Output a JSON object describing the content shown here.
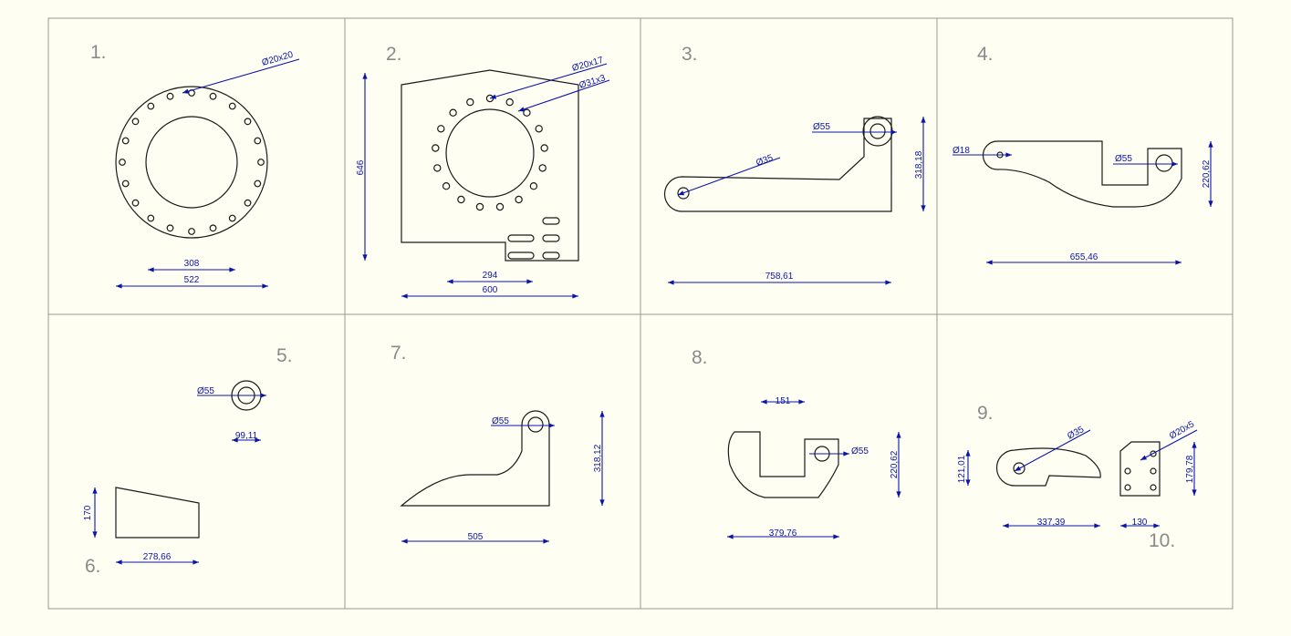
{
  "colors": {
    "background": "#fffef3",
    "outline": "#1a1a1a",
    "dimension": "#0b14a8",
    "grid": "#9a9a8e",
    "label": "#8a8a8a"
  },
  "cells": [
    {
      "number": "1.",
      "dims": [
        "Ø20x20",
        "308",
        "522"
      ]
    },
    {
      "number": "2.",
      "dims": [
        "Ø20x17",
        "Ø31x3",
        "646",
        "294",
        "600"
      ]
    },
    {
      "number": "3.",
      "dims": [
        "Ø55",
        "Ø35",
        "318,18",
        "758,61"
      ]
    },
    {
      "number": "4.",
      "dims": [
        "Ø18",
        "Ø55",
        "220,62",
        "655,46"
      ]
    },
    {
      "number": "5.",
      "dims": [
        "Ø55",
        "99,11"
      ]
    },
    {
      "number": "6.",
      "dims": [
        "170",
        "278,66"
      ]
    },
    {
      "number": "7.",
      "dims": [
        "Ø55",
        "318,12",
        "505"
      ]
    },
    {
      "number": "8.",
      "dims": [
        "151",
        "Ø55",
        "220,62",
        "379,76"
      ]
    },
    {
      "number": "9.",
      "dims": [
        "Ø35",
        "121,01",
        "337,39"
      ]
    },
    {
      "number": "10.",
      "dims": [
        "Ø20x5",
        "179,78",
        "130"
      ]
    }
  ]
}
